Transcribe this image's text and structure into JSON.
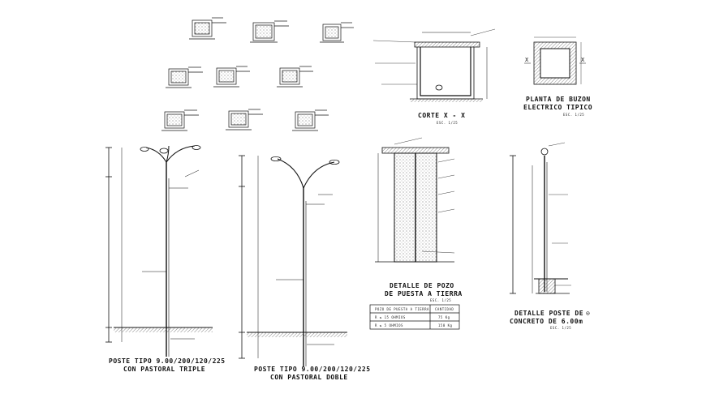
{
  "colors": {
    "line": "#111111",
    "hatch": "#555555",
    "background": "#ffffff"
  },
  "drawings": {
    "pole_triple": {
      "title_line1": "POSTE TIPO 9.00/200/120/225",
      "title_line2": "CON PASTORAL TRIPLE"
    },
    "pole_double": {
      "title_line1": "POSTE TIPO 9.00/200/120/225",
      "title_line2": "CON PASTORAL DOBLE"
    },
    "section_xx": {
      "title": "CORTE X - X",
      "scale": "ESC. 1/25"
    },
    "manhole_plan": {
      "title_line1": "PLANTA DE BUZON",
      "title_line2": "ELECTRICO TIPICO",
      "scale": "ESC. 1/25",
      "axis_left": "X",
      "axis_right": "X"
    },
    "ground_well": {
      "title_line1": "DETALLE DE POZO",
      "title_line2": "DE PUESTA A TIERRA",
      "scale": "ESC. 1/25",
      "table": {
        "headers": [
          "POZO DE PUESTA A TIERRA",
          "CANTIDAD"
        ],
        "rows": [
          [
            "R ≤ 15 OHMIOS",
            "75 Kg"
          ],
          [
            "R ≤ 5 OHMIOS",
            "150 Kg"
          ]
        ]
      }
    },
    "concrete_pole": {
      "title_line1": "DETALLE POSTE DE",
      "title_line2": "CONCRETO DE 6.00m",
      "scale": "ESC. 1/25",
      "mark": "⊙"
    }
  }
}
